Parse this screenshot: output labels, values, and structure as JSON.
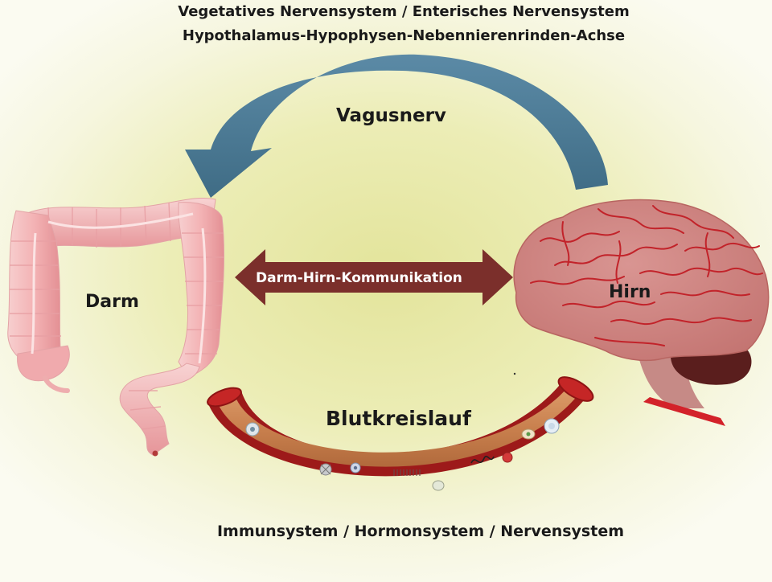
{
  "header": {
    "line_1": "Vegetatives Nervensystem / Enterisches Nervensystem",
    "line_2": "Hypothalamus-Hypophysen-Nebennierenrinden-Achse"
  },
  "labels": {
    "vagus": "Vagusnerv",
    "gut": "Darm",
    "brain": "Hirn",
    "communication": "Darm-Hirn-Kommunikation",
    "blood": "Blutkreislauf"
  },
  "footer": {
    "systems": "Immunsystem / Hormonsystem / Nervensystem"
  },
  "colors": {
    "vagus_arrow": "#4f7e99",
    "communication_arrow": "#7b2f2b",
    "vessel_wall": "#a81c1c",
    "vessel_lumen": "#c17a4a",
    "brain": "#cf8582",
    "brain_vessels": "#c2232a",
    "cerebellum": "#5a1e1d",
    "colon": "#f4b8b8"
  }
}
